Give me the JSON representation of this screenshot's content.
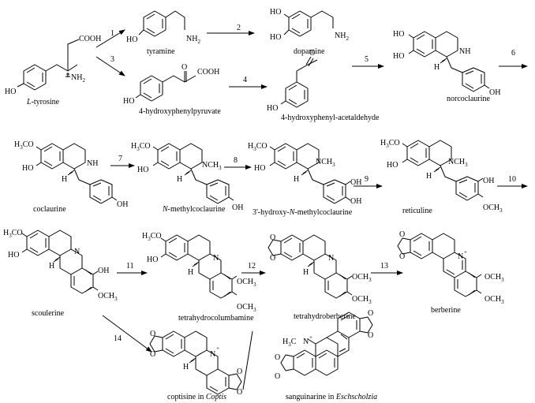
{
  "compounds": {
    "tyrosine": {
      "prefix": "L",
      "name": "-tyrosine",
      "labels": {
        "cooh": "COOH",
        "nh2": "NH",
        "nh2_sub": "2",
        "ho": "HO"
      }
    },
    "tyramine": {
      "name": "tyramine",
      "labels": {
        "nh2": "NH",
        "nh2_sub": "2",
        "ho": "HO"
      }
    },
    "dopamine": {
      "name": "dopamine",
      "labels": {
        "ho1": "HO",
        "ho2": "HO",
        "nh2": "NH",
        "nh2_sub": "2"
      }
    },
    "hppyruvate": {
      "name": "4-hydroxyphenylpyruvate",
      "labels": {
        "o": "O",
        "cooh": "COOH",
        "ho": "HO"
      }
    },
    "hpacetaldehyde": {
      "name": "4-hydroxyphenyl-acetaldehyde",
      "labels": {
        "o": "O",
        "ho": "HO"
      }
    },
    "norcoclaurine": {
      "name": "norcoclaurine",
      "labels": {
        "ho1": "HO",
        "ho2": "HO",
        "nh": "NH",
        "h": "H",
        "oh": "OH"
      }
    },
    "coclaurine": {
      "name": "coclaurine",
      "labels": {
        "h3co": "H",
        "h3co_sub": "3",
        "h3co_rest": "CO",
        "ho": "HO",
        "nh": "NH",
        "h": "H",
        "oh": "OH"
      }
    },
    "nmethylcoclaurine": {
      "prefix": "N",
      "name": "-methylcoclaurine",
      "labels": {
        "h3co": "H",
        "h3co_sub": "3",
        "h3co_rest": "CO",
        "ho": "HO",
        "nch3": "N",
        "nch3_rest": "CH",
        "nch3_sub": "3",
        "h": "H",
        "oh": "OH"
      }
    },
    "hydroxynmethyl": {
      "name_pre": "3'-hydroxy-",
      "prefix": "N",
      "name": "-methylcoclaurine",
      "labels": {
        "h3co": "H",
        "h3co_sub": "3",
        "h3co_rest": "CO",
        "ho": "HO",
        "nch3": "N",
        "nch3_rest": "CH",
        "nch3_sub": "3",
        "h": "H",
        "oh1": "OH",
        "oh2": "OH"
      }
    },
    "reticuline": {
      "name": "reticuline",
      "labels": {
        "h3co": "H",
        "h3co_sub": "3",
        "h3co_rest": "CO",
        "ho": "HO",
        "nch3": "N",
        "nch3_rest": "CH",
        "nch3_sub": "3",
        "h": "H",
        "oh": "OH",
        "och3": "OCH",
        "och3_sub": "3"
      }
    },
    "scoulerine": {
      "name": "scoulerine",
      "labels": {
        "h3co": "H",
        "h3co_sub": "3",
        "h3co_rest": "C",
        "h3co_o": "O",
        "ho": "HO",
        "n": "N",
        "h": "H",
        "oh": "OH",
        "och3": "OCH",
        "och3_sub": "3"
      }
    },
    "tetrahydrocolumbamine": {
      "name": "tetrahydrocolumbamine",
      "labels": {
        "h3co": "H",
        "h3co_sub": "3",
        "h3co_rest": "CO",
        "ho": "HO",
        "n": "N",
        "h": "H",
        "och3a": "OCH",
        "och3a_sub": "3",
        "och3b": "OCH",
        "och3b_sub": "3"
      }
    },
    "tetrahydroberberine": {
      "name": "tetrahydroberberine",
      "labels": {
        "o1": "O",
        "o2": "O",
        "n": "N",
        "h": "H",
        "och3a": "OCH",
        "och3a_sub": "3",
        "och3b": "OCH",
        "och3b_sub": "3"
      }
    },
    "berberine": {
      "name": "berberine",
      "labels": {
        "o1": "O",
        "o2": "O",
        "n": "N",
        "plus": "+",
        "och3a": "OCH",
        "och3a_sub": "3",
        "och3b": "OCH",
        "och3b_sub": "3"
      }
    },
    "coptisine": {
      "name": "coptisine in ",
      "organism": "Coptis",
      "labels": {
        "o1": "O",
        "o2": "O",
        "o3": "O",
        "o4": "O",
        "n": "N",
        "plus": "+",
        "h": "H"
      }
    },
    "sanguinarine": {
      "name": "sanguinarine in ",
      "organism": "Eschscholzia",
      "labels": {
        "h3c": "H",
        "h3c_sub": "3",
        "h3c_rest": "C",
        "n": "N",
        "plus": "+",
        "o1": "O",
        "o2": "O",
        "o3": "O",
        "o4": "O"
      }
    }
  },
  "steps": [
    "1",
    "2",
    "3",
    "4",
    "5",
    "6",
    "7",
    "8",
    "9",
    "10",
    "11",
    "12",
    "13",
    "14"
  ]
}
